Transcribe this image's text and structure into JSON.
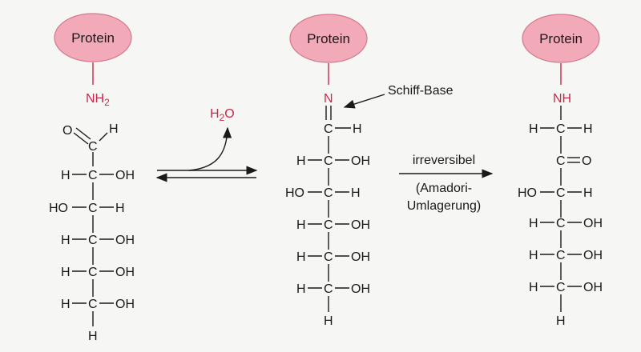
{
  "protein_label": "Protein",
  "amine": {
    "n": "NH",
    "sub": "2"
  },
  "water": {
    "h": "H",
    "sub": "2",
    "o": "O"
  },
  "schiff": {
    "n": "N",
    "label": "Schiff-Base"
  },
  "imine_carbon": {
    "c": "C",
    "h": "H"
  },
  "amadori_n": "NH",
  "arrow_text": {
    "line1": "irreversibel",
    "line2": "(Amadori-",
    "line3": "Umlagerung)"
  },
  "glucose": {
    "aldehyde": {
      "o": "O",
      "c": "C",
      "h": "H"
    },
    "rows": [
      {
        "l": "H",
        "c": "C",
        "r": "OH"
      },
      {
        "l": "HO",
        "c": "C",
        "r": "H"
      },
      {
        "l": "H",
        "c": "C",
        "r": "OH"
      },
      {
        "l": "H",
        "c": "C",
        "r": "OH"
      },
      {
        "l": "H",
        "c": "C",
        "r": "OH"
      }
    ],
    "bottom": "H"
  },
  "schiff_chain": {
    "rows": [
      {
        "l": "H",
        "c": "C",
        "r": "OH"
      },
      {
        "l": "HO",
        "c": "C",
        "r": "H"
      },
      {
        "l": "H",
        "c": "C",
        "r": "OH"
      },
      {
        "l": "H",
        "c": "C",
        "r": "OH"
      },
      {
        "l": "H",
        "c": "C",
        "r": "OH"
      }
    ],
    "bottom": "H"
  },
  "amadori_chain": {
    "rows": [
      {
        "l": "H",
        "c": "C",
        "r": "H"
      },
      {
        "l": "",
        "c": "C",
        "r": "O"
      },
      {
        "l": "HO",
        "c": "C",
        "r": "H"
      },
      {
        "l": "H",
        "c": "C",
        "r": "OH"
      },
      {
        "l": "H",
        "c": "C",
        "r": "OH"
      },
      {
        "l": "H",
        "c": "C",
        "r": "OH"
      }
    ],
    "bottom": "H"
  },
  "colors": {
    "protein_fill": "#f2aab8",
    "protein_stroke": "#d4788c",
    "red": "#c8284a",
    "ink": "#1a1a1a"
  }
}
